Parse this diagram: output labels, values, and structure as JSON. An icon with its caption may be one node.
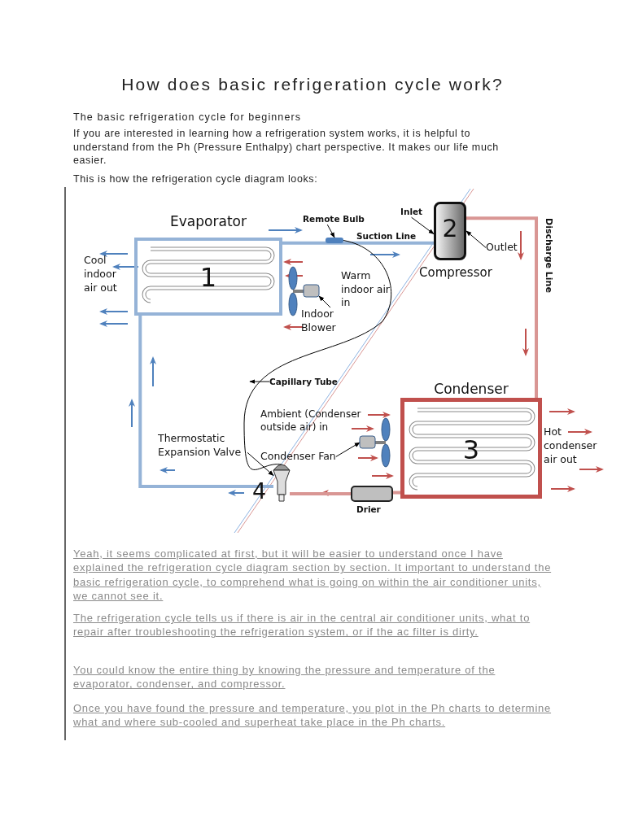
{
  "diagram": {
    "title": "How does basic refrigeration cycle work?",
    "nodes": [
      {
        "text": [
          "Evaporator",
          "1"
        ],
        "beside": [
          "Cool indoor air out"
        ]
      },
      {
        "text": [
          "2",
          "Compressor"
        ]
      },
      {
        "text": [
          "Condenser",
          "3"
        ],
        "beside": [
          "Hot condenser air out"
        ]
      },
      {
        "text": [],
        "shape": "valve",
        "beside": [
          "4"
        ]
      },
      {
        "text": [],
        "shape": "cylinder",
        "beside": [
          "Drier"
        ]
      },
      {
        "text": [],
        "shape": "bar"
      },
      {
        "text": [
          "Remote Bulb"
        ]
      },
      {
        "text": [
          "Inlet"
        ]
      },
      {
        "text": [
          "Outlet"
        ]
      },
      {
        "text": [],
        "shape": "fan"
      },
      {
        "text": [
          "Indoor Blower"
        ]
      },
      {
        "text": [
          "Capillary Tube"
        ]
      },
      {
        "text": [
          "Thermostatic Expansion Valve"
        ]
      },
      {
        "text": [],
        "shape": "fan"
      },
      {
        "text": [
          "Condenser Fan"
        ]
      }
    ],
    "edges": [
      {
        "from": 0,
        "to": 1,
        "arrow": "none",
        "label": "Suction Line",
        "style": "thick",
        "color": "#95b3d7"
      },
      {
        "from": 1,
        "to": 2,
        "arrow": "none",
        "label": "Discharge Line",
        "style": "thick",
        "color": "#d99694"
      },
      {
        "from": 2,
        "to": 4,
        "arrow": "none",
        "style": "thick",
        "color": "#d99694"
      },
      {
        "from": 4,
        "to": 3,
        "arrow": "none",
        "style": "thick",
        "color": "#d99694"
      },
      {
        "from": 3,
        "to": 0,
        "arrow": "none",
        "style": "thick",
        "color": "#95b3d7"
      },
      {
        "from": 5,
        "to": 3,
        "arrow": "none"
      },
      {
        "from": 6,
        "to": 5,
        "arrow": "to"
      },
      {
        "from": 7,
        "to": 1,
        "arrow": "to"
      },
      {
        "from": 8,
        "to": 1,
        "arrow": "to"
      },
      {
        "from": 10,
        "to": 9,
        "arrow": "to"
      },
      {
        "from": 11,
        "to": null,
        "arrow": "to"
      },
      {
        "from": 12,
        "to": 3,
        "arrow": "to"
      },
      {
        "from": 14,
        "to": 13,
        "arrow": "to"
      }
    ],
    "labels": [
      "The basic refrigeration cycle for beginners",
      "If you are interested in learning how a refrigeration system works, it is helpful to understand from the Ph (Pressure Enthalpy) chart perspective. It makes our life much easier.",
      "This is how the refrigeration cycle diagram looks:",
      "Warm indoor air in",
      "Ambient (Condenser outside air) in",
      "Yeah, it seems complicated at first, but it will be easier to understand once I have explained the refrigeration cycle diagram section by section. It important to understand the basic refrigeration cycle, to comprehend what is going on within the air conditioner units, we cannot see it.",
      "The refrigeration cycle tells us if there is air in the central air conditioner units, what to repair after troubleshooting the refrigeration system, or if the ac filter is dirty.",
      "You could know the entire thing by knowing the pressure and temperature of the evaporator, condenser, and compressor.",
      "Once you have found the pressure and temperature, you plot in the Ph charts to determine what and where sub-cooled and superheat take place in the Ph charts."
    ]
  }
}
